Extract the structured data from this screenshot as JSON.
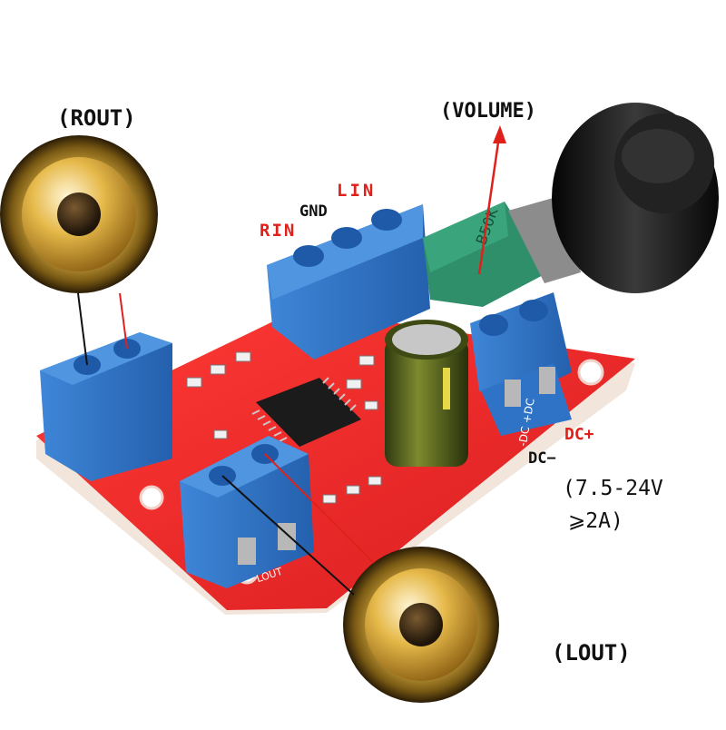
{
  "labels": {
    "rout": "(ROUT)",
    "volume": "(VOLUME)",
    "lin": "LIN",
    "gnd": "GND",
    "rin": "RIN",
    "dc_plus": "DC+",
    "dc_minus": "DC−",
    "voltage": "(7.5-24V",
    "current": "⩾2A)",
    "lout": "(LOUT)"
  },
  "board_silkscreen": {
    "pot_marking": "B50K",
    "dc_pins": "-DC +DC",
    "lout_pins": "LOUT"
  },
  "colors": {
    "pcb": "#e8282a",
    "terminal_blue": "#2f73c6",
    "pot_green": "#2e8f6a",
    "capacitor": "#5b6b2a",
    "knob": "#1a1a1a",
    "speaker_gold": "#c9a13c",
    "label_red": "#e0201b",
    "label_black": "#111111"
  }
}
